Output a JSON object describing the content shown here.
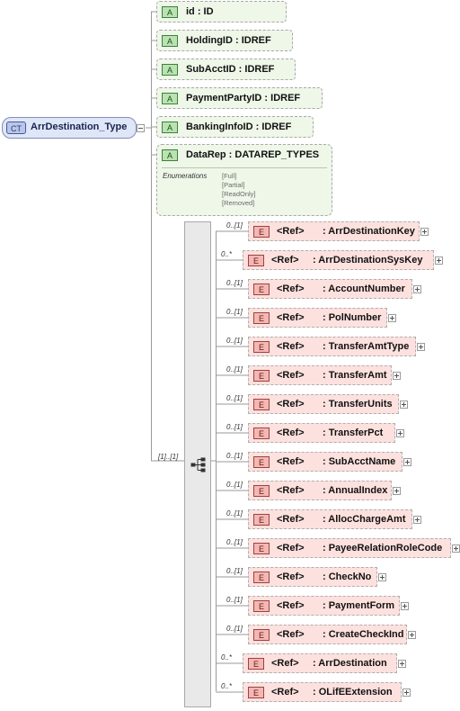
{
  "complex_type": {
    "badge": "CT",
    "name": "ArrDestination_Type"
  },
  "attributes": [
    {
      "badge": "A",
      "label": "id           : ID"
    },
    {
      "badge": "A",
      "label": "HoldingID : IDREF"
    },
    {
      "badge": "A",
      "label": "SubAcctID : IDREF"
    },
    {
      "badge": "A",
      "label": "PaymentPartyID : IDREF"
    },
    {
      "badge": "A",
      "label": "BankingInfoID : IDREF"
    }
  ],
  "datarep": {
    "badge": "A",
    "label": "DataRep : DATAREP_TYPES",
    "enum_title": "Enumerations",
    "enum_values": [
      "[Full]",
      "[Partial]",
      "[ReadOnly]",
      "[Removed]"
    ]
  },
  "sequence": {
    "cardinality": "[1]..[1]"
  },
  "elements": [
    {
      "badge": "E",
      "ref": "<Ref>",
      "name": ": ArrDestinationKey",
      "cardinality": "0..[1]"
    },
    {
      "badge": "E",
      "ref": "<Ref>",
      "name": ": ArrDestinationSysKey",
      "cardinality": "0..*"
    },
    {
      "badge": "E",
      "ref": "<Ref>",
      "name": ": AccountNumber",
      "cardinality": "0..[1]"
    },
    {
      "badge": "E",
      "ref": "<Ref>",
      "name": ": PolNumber",
      "cardinality": "0..[1]"
    },
    {
      "badge": "E",
      "ref": "<Ref>",
      "name": ": TransferAmtType",
      "cardinality": "0..[1]"
    },
    {
      "badge": "E",
      "ref": "<Ref>",
      "name": ": TransferAmt",
      "cardinality": "0..[1]"
    },
    {
      "badge": "E",
      "ref": "<Ref>",
      "name": ": TransferUnits",
      "cardinality": "0..[1]"
    },
    {
      "badge": "E",
      "ref": "<Ref>",
      "name": ": TransferPct",
      "cardinality": "0..[1]"
    },
    {
      "badge": "E",
      "ref": "<Ref>",
      "name": ": SubAcctName",
      "cardinality": "0..[1]"
    },
    {
      "badge": "E",
      "ref": "<Ref>",
      "name": ": AnnualIndex",
      "cardinality": "0..[1]"
    },
    {
      "badge": "E",
      "ref": "<Ref>",
      "name": ": AllocChargeAmt",
      "cardinality": "0..[1]"
    },
    {
      "badge": "E",
      "ref": "<Ref>",
      "name": ": PayeeRelationRoleCode",
      "cardinality": "0..[1]"
    },
    {
      "badge": "E",
      "ref": "<Ref>",
      "name": ": CheckNo",
      "cardinality": "0..[1]"
    },
    {
      "badge": "E",
      "ref": "<Ref>",
      "name": ": PaymentForm",
      "cardinality": "0..[1]"
    },
    {
      "badge": "E",
      "ref": "<Ref>",
      "name": ": CreateCheckInd",
      "cardinality": "0..[1]"
    },
    {
      "badge": "E",
      "ref": "<Ref>",
      "name": ": ArrDestination",
      "cardinality": "0..*"
    },
    {
      "badge": "E",
      "ref": "<Ref>",
      "name": ": OLifEExtension",
      "cardinality": "0..*"
    }
  ]
}
